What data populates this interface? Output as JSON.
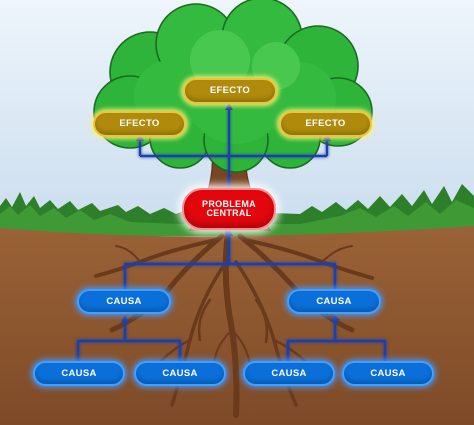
{
  "problem": {
    "label": "PROBLEMA\nCENTRAL"
  },
  "effects": {
    "top": "EFECTO",
    "left": "EFECTO",
    "right": "EFECTO"
  },
  "causes": {
    "primary_left": "CAUSA",
    "primary_right": "CAUSA",
    "secondary_1": "CAUSA",
    "secondary_2": "CAUSA",
    "secondary_3": "CAUSA",
    "secondary_4": "CAUSA"
  },
  "colors": {
    "effect_fill": "#b08a0c",
    "problem_fill": "#e2060d",
    "cause_fill": "#0a6fd8",
    "connector": "#1f3fa8",
    "foliage": "#2fb43a",
    "soil": "#8c5630",
    "sky": "#dbe9f5"
  }
}
